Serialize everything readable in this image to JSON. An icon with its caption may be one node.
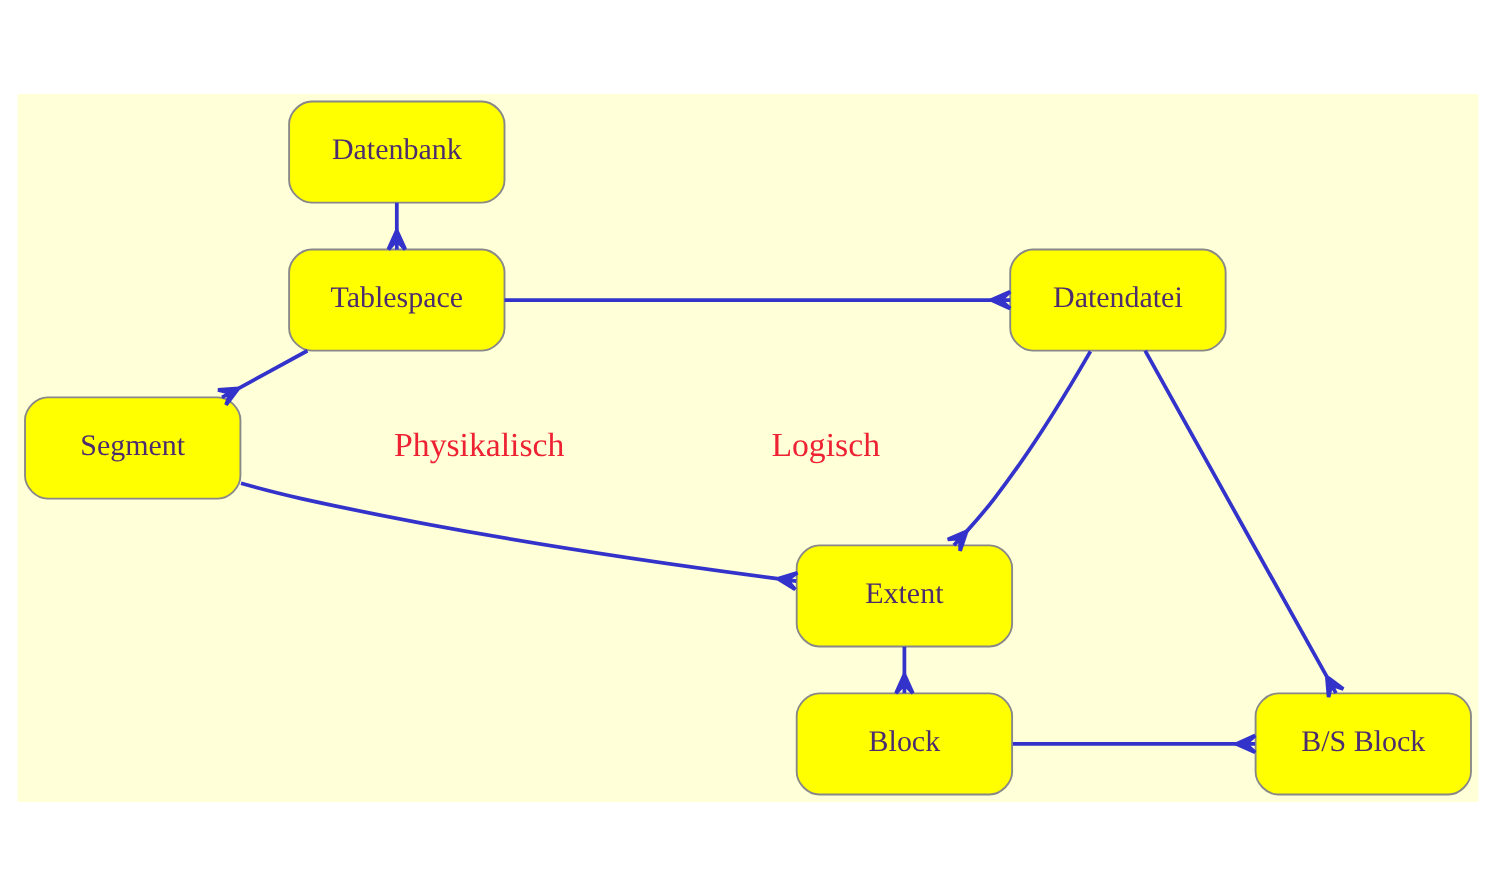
{
  "diagram": {
    "nodes": [
      {
        "text": [
          "Datenbank"
        ]
      },
      {
        "text": [
          "Tablespace"
        ]
      },
      {
        "text": [
          "Datendatei"
        ]
      },
      {
        "text": [
          "Segment"
        ]
      },
      {
        "text": [
          "Extent"
        ]
      },
      {
        "text": [
          "Block"
        ]
      },
      {
        "text": [
          "B/S Block"
        ]
      }
    ],
    "edges": [
      {
        "from": 0,
        "to": 1,
        "arrow": "other"
      },
      {
        "from": 1,
        "to": 2,
        "arrow": "other"
      },
      {
        "from": 1,
        "to": 3,
        "arrow": "other"
      },
      {
        "from": 3,
        "to": 4,
        "arrow": "other"
      },
      {
        "from": 2,
        "to": 4,
        "arrow": "other"
      },
      {
        "from": 2,
        "to": 6,
        "arrow": "other"
      },
      {
        "from": 4,
        "to": 5,
        "arrow": "other"
      },
      {
        "from": 5,
        "to": 6,
        "arrow": "other"
      }
    ],
    "labels": [
      "Logisch",
      "Physikalisch"
    ]
  }
}
